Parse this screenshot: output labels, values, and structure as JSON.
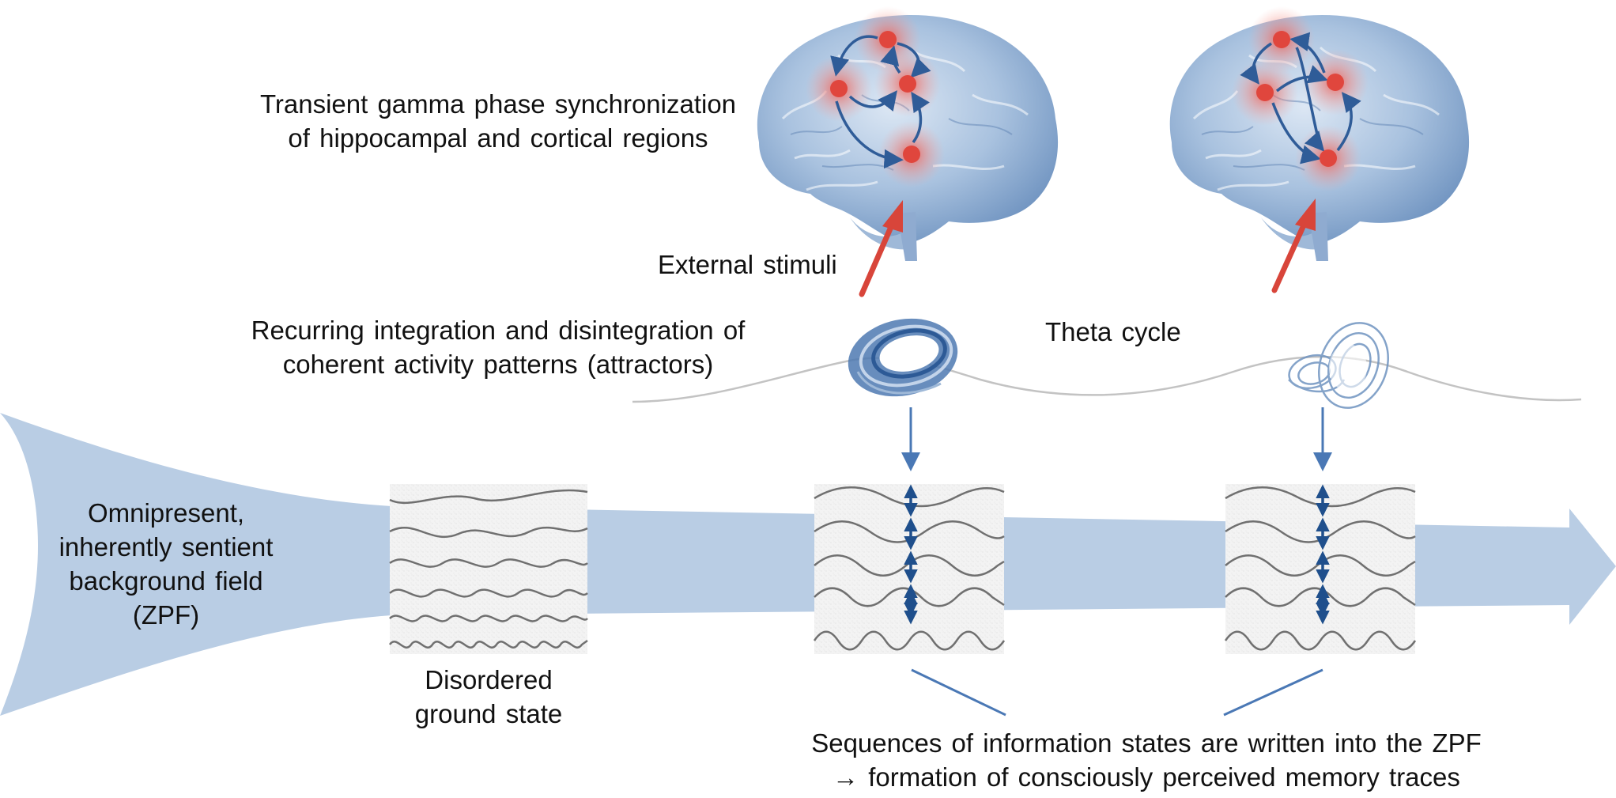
{
  "labels": {
    "gamma_line1": "Transient gamma phase synchronization",
    "gamma_line2": "of hippocampal and cortical regions",
    "external_stimuli": "External stimuli",
    "recurring_line1": "Recurring integration and disintegration of",
    "recurring_line2": "coherent activity patterns (attractors)",
    "theta_cycle": "Theta cycle",
    "background_line1": "Omnipresent,",
    "background_line2": "inherently sentient",
    "background_line3": "background field",
    "background_line4": "(ZPF)",
    "disordered_line1": "Disordered",
    "disordered_line2": "ground state",
    "sequences_line1": "Sequences of information states are written into the ZPF",
    "sequences_line2": "→ formation of consciously perceived memory traces"
  },
  "colors": {
    "field_band": "#b9cde4",
    "arrow_blue": "#4a78b5",
    "dark_blue": "#1f4f8c",
    "stimulus_red": "#d8453a",
    "brain_blue": "#9fb9d8",
    "node_red": "#e0463d",
    "wave_gray": "#707070"
  },
  "icons": {
    "brain": "brain-icon",
    "attractor": "attractor-icon",
    "wave_panel": "wave-panel"
  }
}
